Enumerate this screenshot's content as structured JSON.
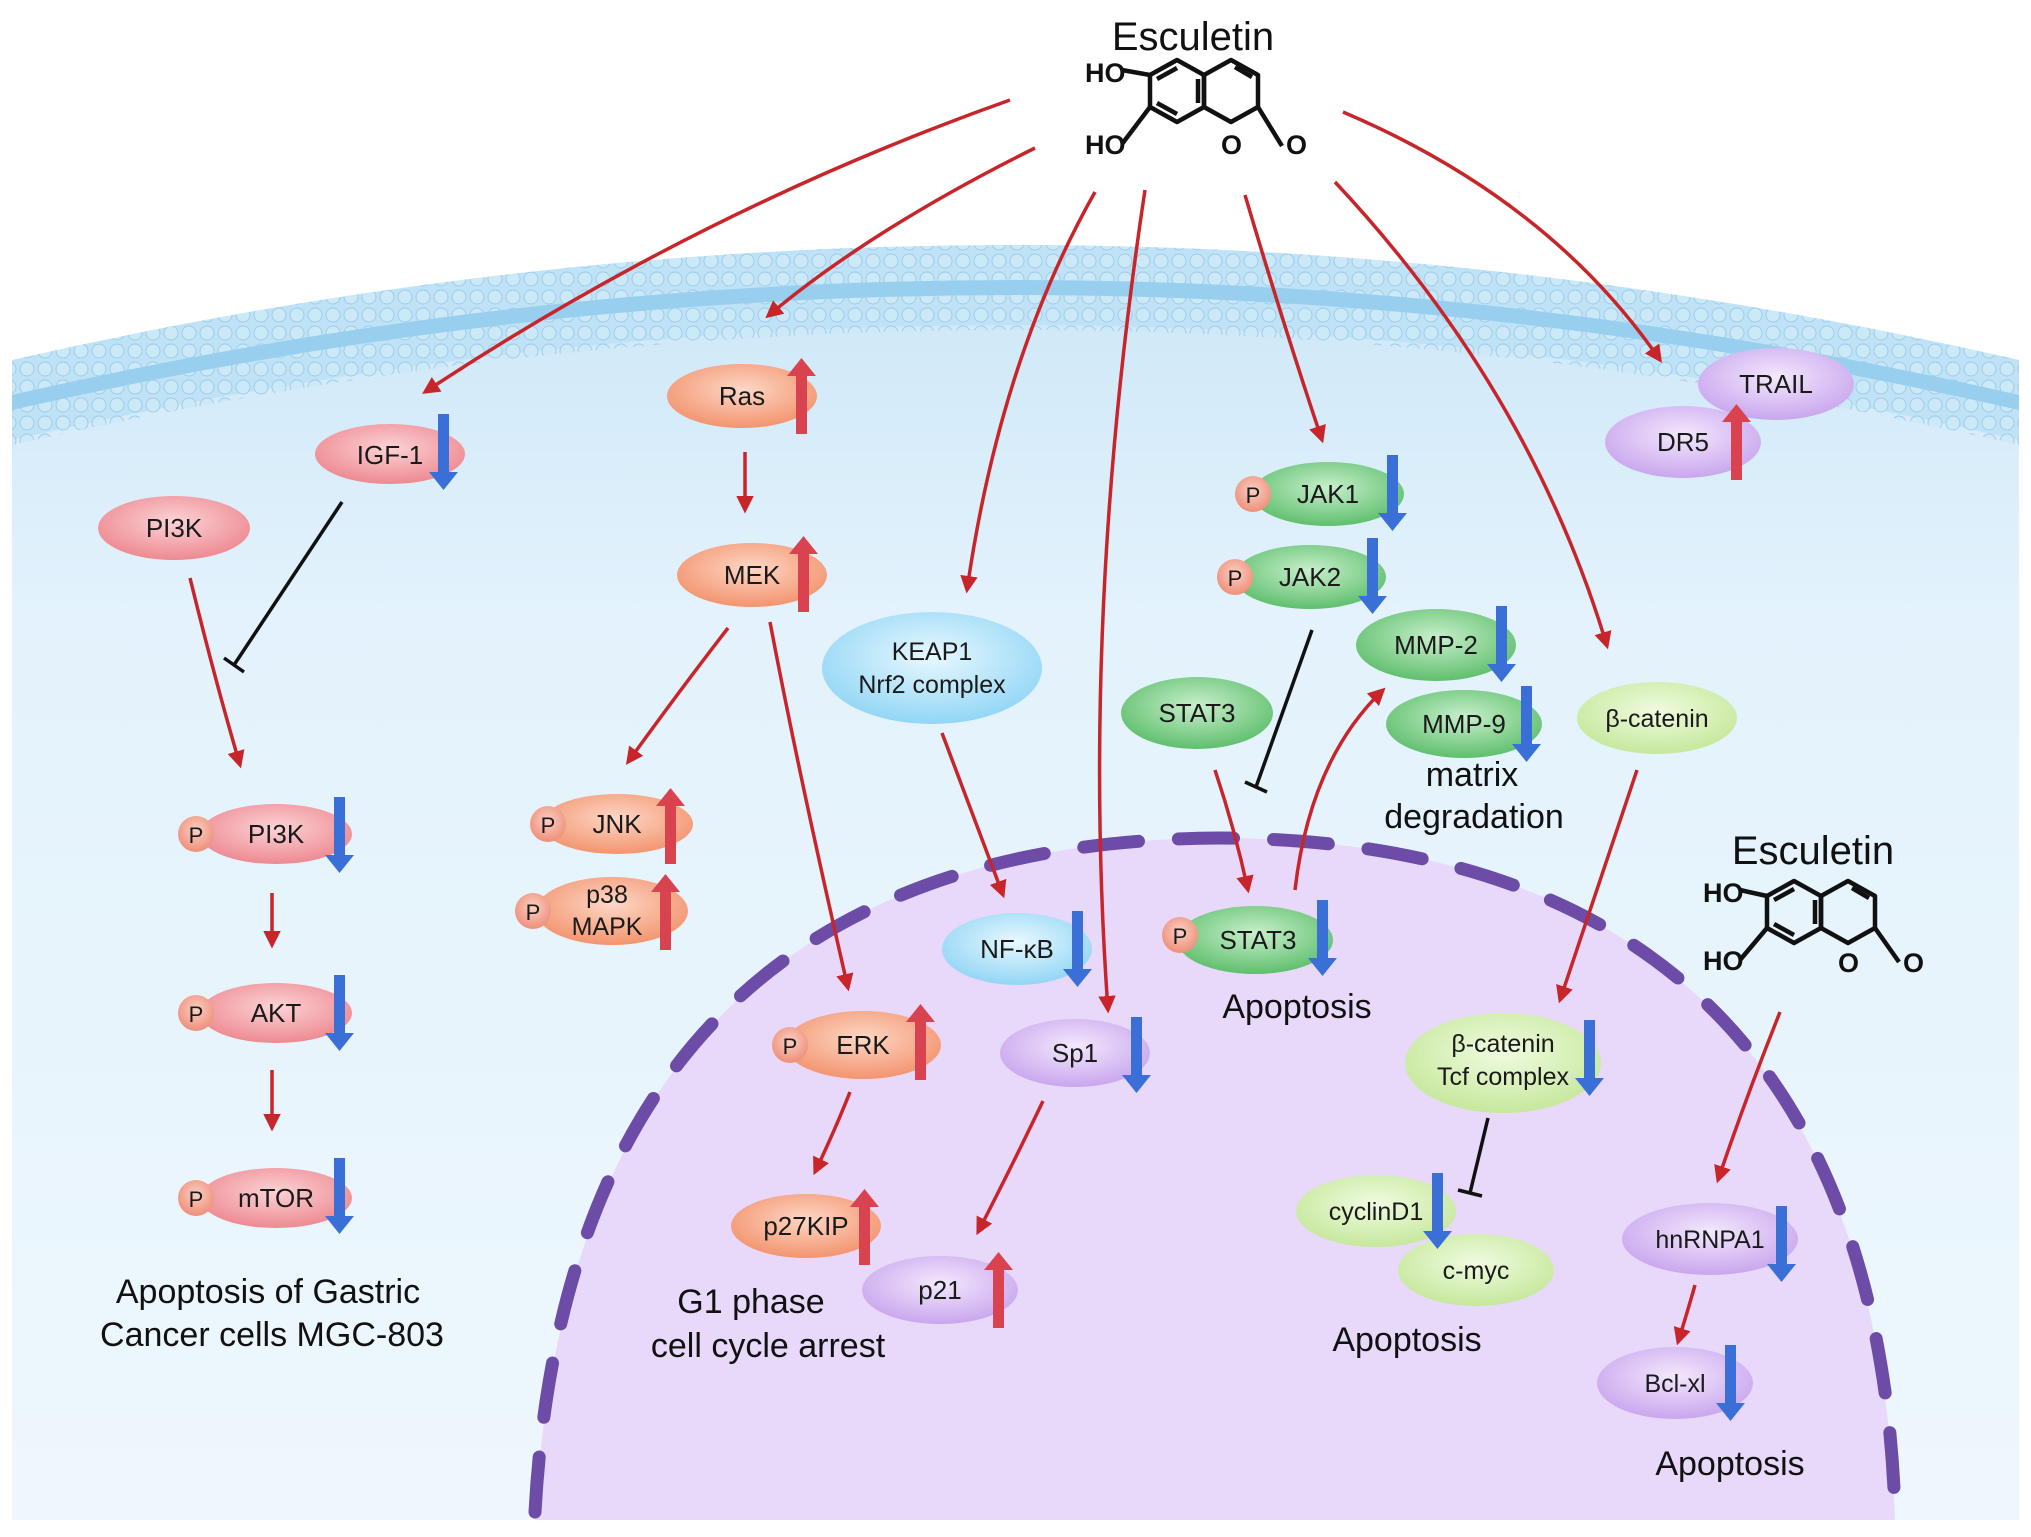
{
  "colors": {
    "activation_arrow": "#c8252b",
    "inhibition_line": "#111111",
    "up_arrow": "#d9434f",
    "down_arrow": "#3b6fd8",
    "cytoplasm": "#e2f1fb",
    "nucleus": "#e7d7f8",
    "nuclear_envelope": "#6c4ca6",
    "membrane": "#a9d8f2",
    "red_node": "#f49aa0",
    "orange_node": "#f8a686",
    "green_node": "#7fcf89",
    "lightgreen_node": "#d9f0b7",
    "blue_node": "#b9e6fb",
    "purple_node": "#dcc3f5",
    "phospho": "#f2a08e"
  },
  "compound": {
    "name": "Esculetin",
    "name_2": "Esculetin",
    "ho_top": "HO",
    "ho_bottom": "HO",
    "ring_o": "O",
    "carbonyl_o": "O"
  },
  "phospho_label": "P",
  "nodes": {
    "igf1": "IGF-1",
    "pi3k_membrane": "PI3K",
    "pi3k": "PI3K",
    "akt": "AKT",
    "mtor": "mTOR",
    "ras": "Ras",
    "mek": "MEK",
    "jnk": "JNK",
    "p38_line1": "p38",
    "p38_line2": "MAPK",
    "erk": "ERK",
    "p27kip": "p27KIP",
    "keap1_line1": "KEAP1",
    "keap1_line2": "Nrf2 complex",
    "nfkb": "NF-κB",
    "sp1": "Sp1",
    "p21": "p21",
    "jak1": "JAK1",
    "jak2": "JAK2",
    "stat3": "STAT3",
    "pstat3": "STAT3",
    "mmp2": "MMP-2",
    "mmp9": "MMP-9",
    "trail": "TRAIL",
    "dr5": "DR5",
    "beta_catenin": "β-catenin",
    "bcat_tcf_line1": "β-catenin",
    "bcat_tcf_line2": "Tcf complex",
    "cyclind1": "cyclinD1",
    "cmyc": "c-myc",
    "hnrnpa1": "hnRNPA1",
    "bclxl": "Bcl-xl"
  },
  "outcomes": {
    "gastric_line1": "Apoptosis of Gastric",
    "gastric_line2": "Cancer cells MGC-803",
    "g1_line1": "G1 phase",
    "g1_line2": "cell cycle arrest",
    "stat3_apoptosis": "Apoptosis",
    "matrix_line1": "matrix",
    "matrix_line2": "degradation",
    "myc_apoptosis": "Apoptosis",
    "bcl_apoptosis": "Apoptosis"
  }
}
